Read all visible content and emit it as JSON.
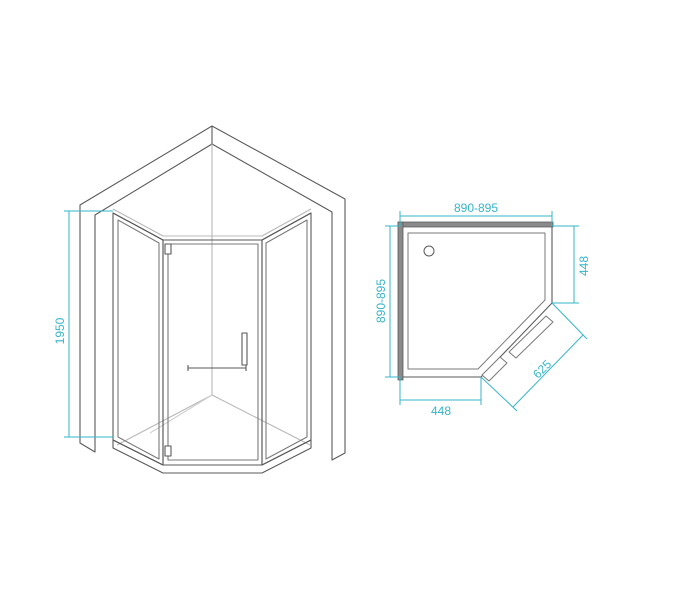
{
  "colors": {
    "line": "#5a5a5a",
    "light_line": "#b8b8b8",
    "dimension": "#36b5c8",
    "frame": "#7a7a7a",
    "background": "#ffffff"
  },
  "front_view": {
    "height_label": "1950"
  },
  "top_view": {
    "top_width_label": "890-895",
    "side_depth_label": "890-895",
    "right_depth_label": "448",
    "bottom_width_label": "448",
    "diagonal_label": "625"
  }
}
